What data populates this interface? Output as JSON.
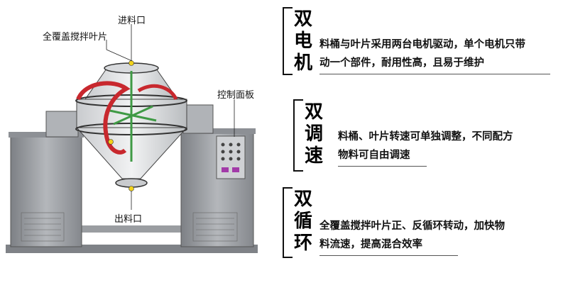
{
  "labels": {
    "feed_inlet": "进料口",
    "blade": "全覆盖搅拌叶片",
    "control_panel": "控制面板",
    "discharge": "出料口"
  },
  "features": [
    {
      "title_chars": [
        "双",
        "电",
        "机"
      ],
      "line1": "料桶与叶片采用两台电机驱动，单个电机只带",
      "line2": "动一个部件，耐用性高，且易于维护"
    },
    {
      "title_chars": [
        "双",
        "调",
        "速"
      ],
      "line1": "料桶、叶片转速可单独调整，不同配方",
      "line2": "物料可自由调速"
    },
    {
      "title_chars": [
        "双",
        "循",
        "环"
      ],
      "line1": "全覆盖搅拌叶片正、反循环转动，加快物",
      "line2": "料流速，提高混合效率"
    }
  ],
  "colors": {
    "frame": "#9a9da1",
    "frame_dark": "#6e7176",
    "blade": "#c8282e",
    "agitator": "#3f9a45",
    "button": "#a23aa8",
    "marker": "#f2d21b"
  }
}
